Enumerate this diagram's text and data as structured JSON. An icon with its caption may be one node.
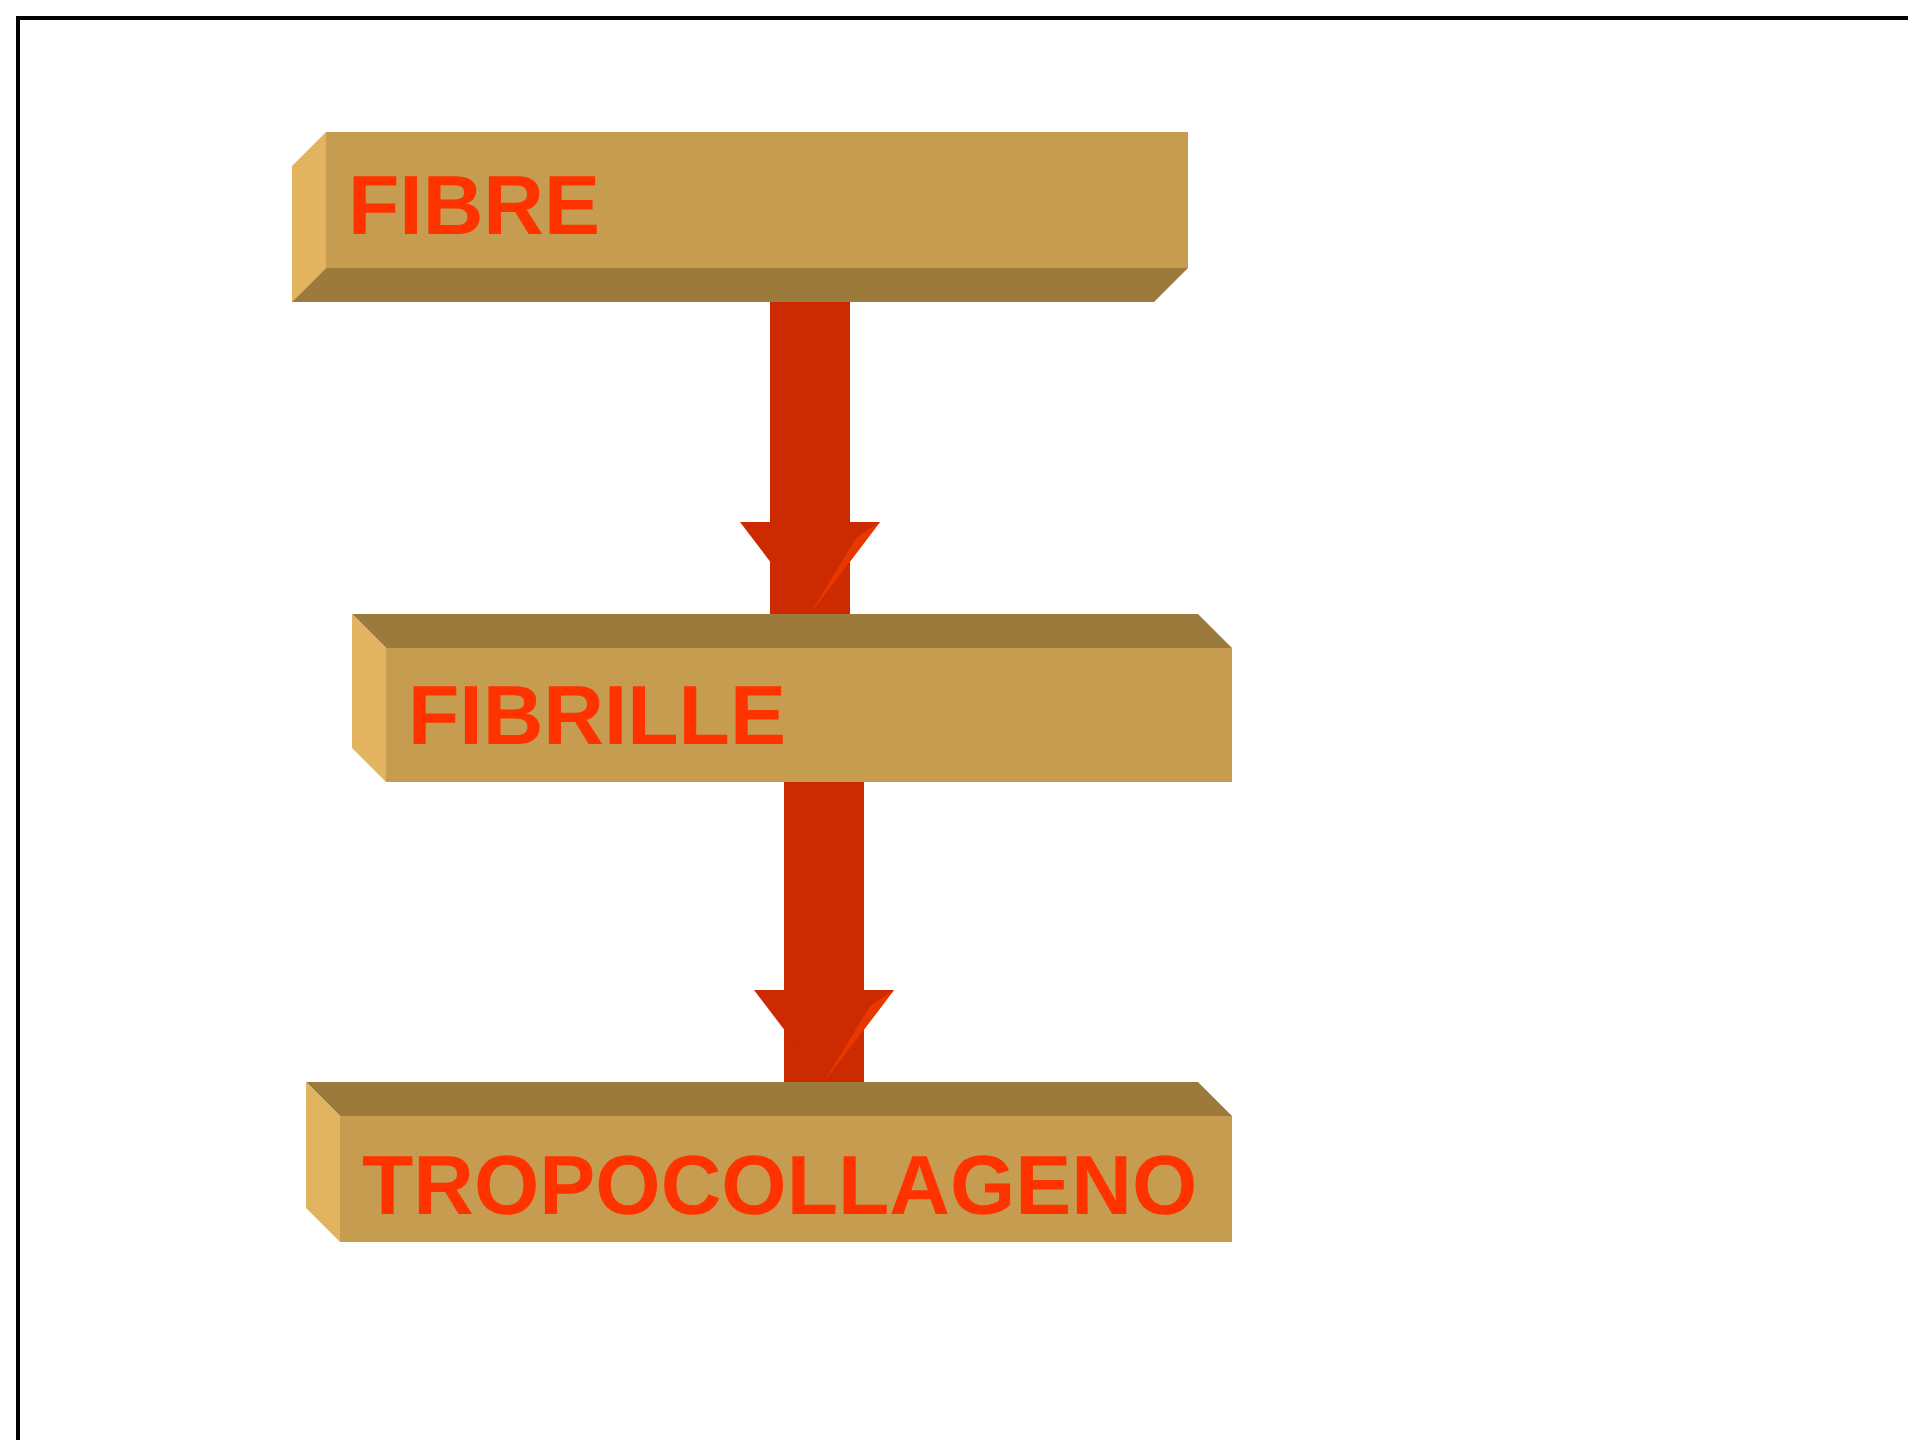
{
  "diagram": {
    "nodes": [
      {
        "text": [
          "FIBRE"
        ]
      },
      {
        "text": [
          "FIBRILLE"
        ]
      },
      {
        "text": [
          "TROPOCOLLAGENO"
        ]
      }
    ],
    "edges": [
      {
        "from": 0,
        "to": 1,
        "arrow": "to"
      },
      {
        "from": 1,
        "to": 2,
        "arrow": "to"
      }
    ]
  }
}
